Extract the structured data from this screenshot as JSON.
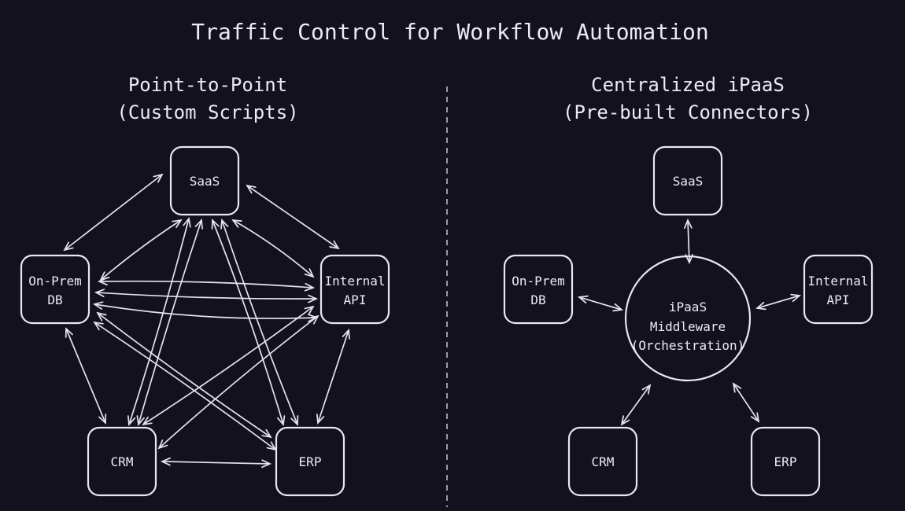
{
  "title": "Traffic Control for Workflow Automation",
  "left_panel": {
    "heading_line1": "Point-to-Point",
    "heading_line2": "(Custom Scripts)",
    "nodes": {
      "saas": [
        "SaaS"
      ],
      "onprem": [
        "On-Prem",
        "DB"
      ],
      "internal": [
        "Internal",
        "API"
      ],
      "crm": [
        "CRM"
      ],
      "erp": [
        "ERP"
      ]
    }
  },
  "right_panel": {
    "heading_line1": "Centralized iPaaS",
    "heading_line2": "(Pre-built Connectors)",
    "hub": [
      "iPaaS",
      "Middleware",
      "(Orchestration)"
    ],
    "nodes": {
      "saas": [
        "SaaS"
      ],
      "onprem": [
        "On-Prem",
        "DB"
      ],
      "internal": [
        "Internal",
        "API"
      ],
      "crm": [
        "CRM"
      ],
      "erp": [
        "ERP"
      ]
    }
  }
}
